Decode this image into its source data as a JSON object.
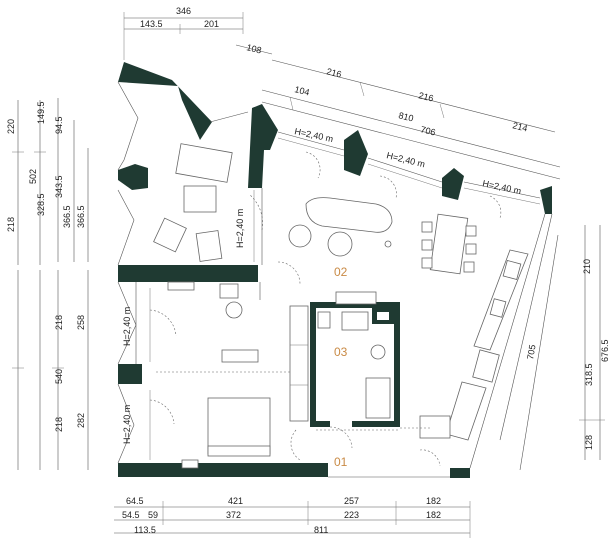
{
  "colors": {
    "wall": "#1f3a32",
    "room_label": "#c98a45",
    "line": "#555555",
    "text": "#222222"
  },
  "rooms": {
    "r01": "01",
    "r02": "02",
    "r03": "03"
  },
  "heights": {
    "h1": "H=2,40 m",
    "h2": "H=2,40 m",
    "h3": "H=2,40 m",
    "h4": "H=2,40 m",
    "h5": "H=2,40 m",
    "h6": "H=2,40 m"
  },
  "dims_top": {
    "d346": "346",
    "d143_5": "143.5",
    "d201": "201"
  },
  "dims_diag": {
    "d108": "108",
    "d216a": "216",
    "d216b": "216",
    "d104": "104",
    "d810": "810",
    "d706": "706",
    "d214": "214"
  },
  "dims_left": {
    "d220": "220",
    "d149_5": "149.5",
    "d94_5": "94.5",
    "d502": "502",
    "d343_5": "343.5",
    "d328_5": "328.5",
    "d218a": "218",
    "d366_5a": "366.5",
    "d366_5b": "366.5",
    "d218b": "218",
    "d258": "258",
    "d540": "540",
    "d218c": "218",
    "d282": "282"
  },
  "dims_right": {
    "d210": "210",
    "d705": "705",
    "d318_5": "318.5",
    "d676_5": "676.5",
    "d128": "128"
  },
  "dims_bottom": {
    "d64_5": "64.5",
    "d421": "421",
    "d257": "257",
    "d182a": "182",
    "d54_5": "54.5",
    "d59": "59",
    "d372": "372",
    "d223": "223",
    "d182b": "182",
    "d113_5": "113.5",
    "d811": "811"
  }
}
